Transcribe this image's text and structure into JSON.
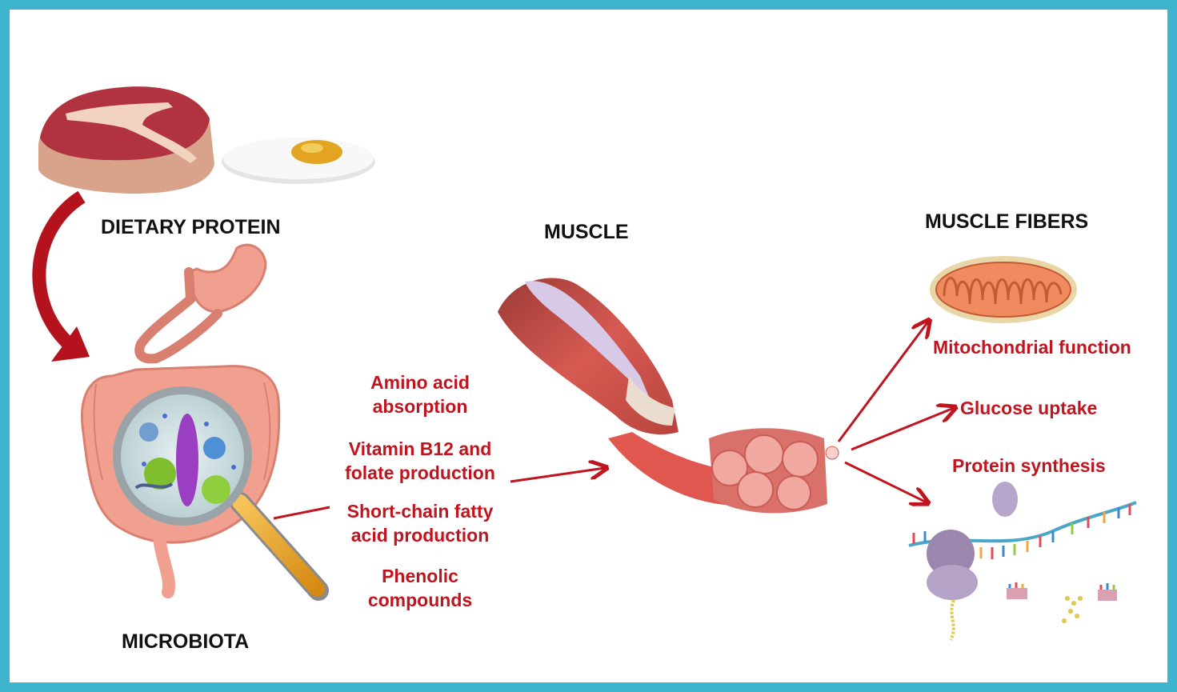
{
  "colors": {
    "frame": "#3fb4cf",
    "accent_red": "#c0141e",
    "heading_text": "#111111",
    "meat": "#b0333f",
    "fat": "#f2d3c0",
    "egg_yolk": "#e3a521",
    "gut": "#f1a08f",
    "muscle": "#d65a52",
    "mitochondrion": "#ef8b5f"
  },
  "icons": [
    "steak-icon",
    "fried-egg-icon",
    "curved-arrow-icon",
    "stomach-intestine-icon",
    "magnifier-microbes-icon",
    "muscle-icon",
    "fiber-bundle-icon",
    "mitochondrion-icon",
    "ribosome-mrna-icon",
    "trna-icon",
    "amino-acid-dots-icon"
  ],
  "labels": {
    "dietary_protein": "DIETARY PROTEIN",
    "microbiota": "MICROBIOTA",
    "muscle": "MUSCLE",
    "muscle_fibers": "MUSCLE FIBERS"
  },
  "microbiota_effects": [
    {
      "lines": [
        "Amino acid",
        "absorption"
      ]
    },
    {
      "lines": [
        "Vitamin B12 and",
        "folate production"
      ]
    },
    {
      "lines": [
        "Short-chain fatty",
        "acid production"
      ]
    },
    {
      "lines": [
        "Phenolic",
        "compounds"
      ]
    }
  ],
  "fiber_effects": {
    "mitochondrial": "Mitochondrial function",
    "glucose": "Glucose uptake",
    "protein": "Protein synthesis"
  }
}
